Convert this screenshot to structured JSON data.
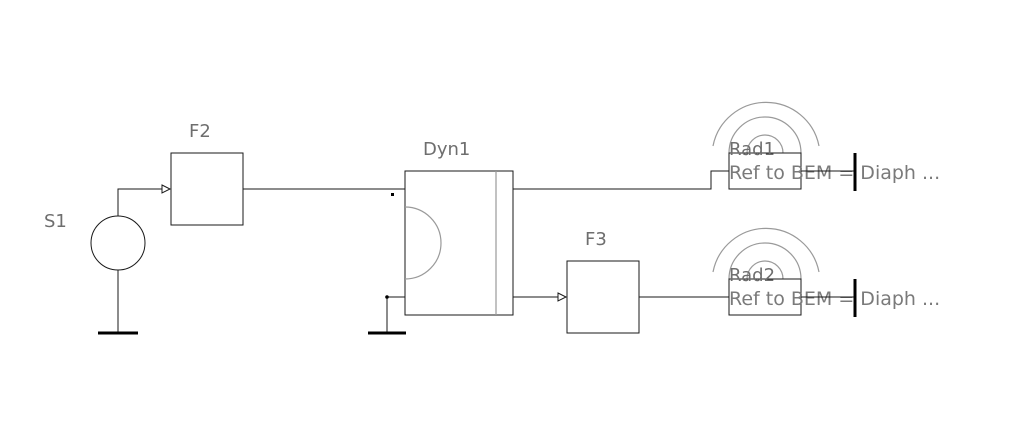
{
  "labels": {
    "s1": "S1",
    "f2": "F2",
    "dyn1": "Dyn1",
    "f3": "F3",
    "rad1": "Rad1",
    "rad2": "Rad2",
    "rad1_ref": "Ref to BEM = Diaph ...",
    "rad2_ref": "Ref to BEM = Diaph ..."
  }
}
